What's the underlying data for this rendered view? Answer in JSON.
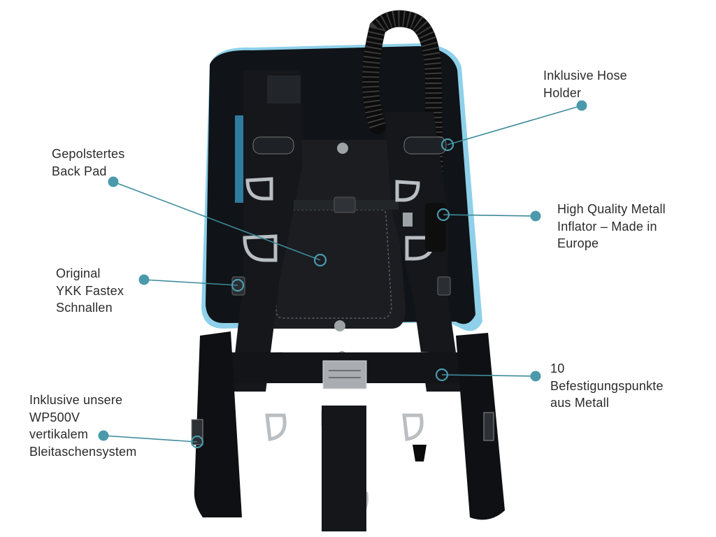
{
  "accent_color": "#3d8a9b",
  "product_brand_logo": "xDeep-style logo patch (illegible text)",
  "buckle_plate_text": "illegible stamped text",
  "callouts": [
    {
      "id": "hose-holder",
      "lines": [
        "Inklusive Hose",
        "Holder"
      ]
    },
    {
      "id": "back-pad",
      "lines": [
        "Gepolstertes",
        "Back Pad"
      ]
    },
    {
      "id": "inflator",
      "lines": [
        "High Quality Metall",
        "Inflator – Made in",
        "Europe"
      ]
    },
    {
      "id": "fastex",
      "lines": [
        "Original",
        "YKK Fastex",
        "Schnallen"
      ]
    },
    {
      "id": "attachment-points",
      "lines": [
        "10",
        "Befestigungspunkte",
        "aus Metall"
      ]
    },
    {
      "id": "weight-system",
      "lines": [
        "Inklusive unsere",
        "WP500V",
        "vertikalem",
        "Bleitaschensystem"
      ]
    }
  ]
}
